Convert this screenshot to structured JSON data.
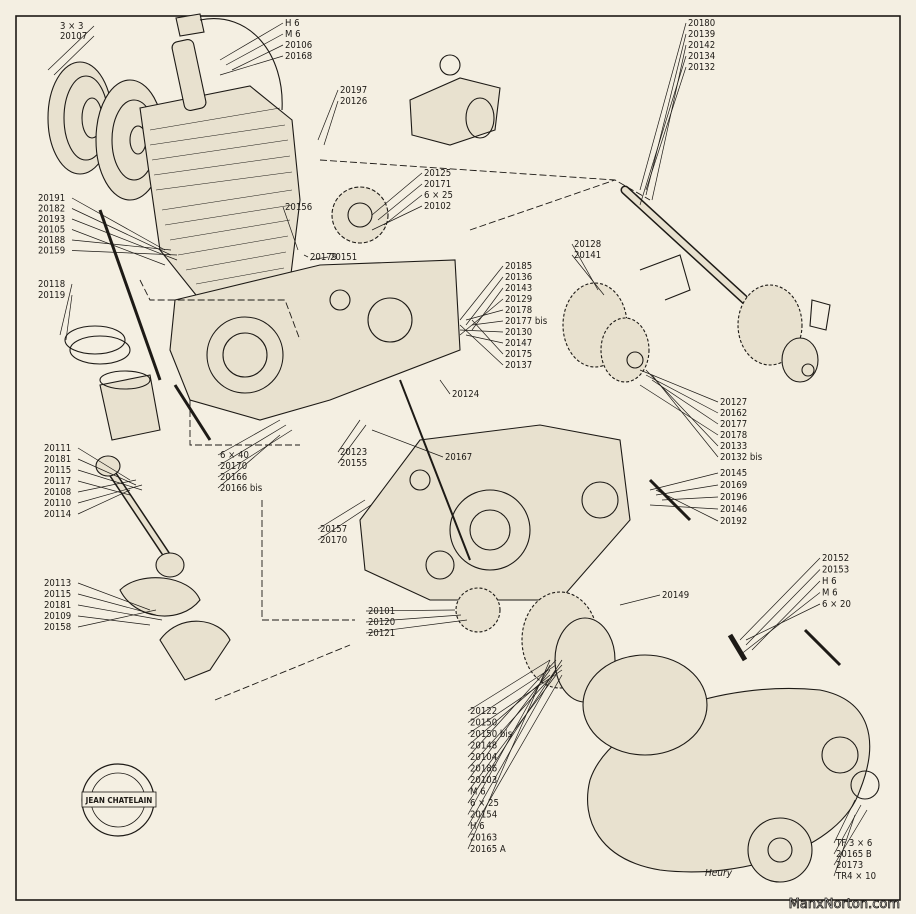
{
  "labels": {
    "tl_0": "3 × 3",
    "tl_1": "20107",
    "c_0": "H 6",
    "c_1": "M 6",
    "c_2": "20106",
    "c_3": "20168",
    "c_4": "20197",
    "c_5": "20126",
    "tr_0": "20180",
    "tr_1": "20139",
    "tr_2": "20142",
    "tr_3": "20134",
    "tr_4": "20132",
    "m_0": "20125",
    "m_1": "20171",
    "m_2": "6 × 25",
    "m_3": "20102",
    "lg_0": "20191",
    "lg_1": "20182",
    "lg_2": "20193",
    "lg_3": "20105",
    "lg_4": "20188",
    "lg_5": "20159",
    "lp_0": "20118",
    "lp_1": "20119",
    "a_0": "20156",
    "a_1": "20179",
    "a_2": "20151",
    "g_0": "20128",
    "g_1": "20141",
    "cc_0": "20185",
    "cc_1": "20136",
    "cc_2": "20143",
    "cc_3": "20129",
    "cc_4": "20178",
    "cc_5": "20177 bis",
    "cc_6": "20130",
    "cc_7": "20147",
    "cc_8": "20175",
    "cc_9": "20137",
    "r_0": "20127",
    "r_1": "20162",
    "r_2": "20177",
    "r_3": "20178",
    "r_4": "20133",
    "r_5": "20132 bis",
    "b_0": "20124",
    "l_0": "20111",
    "l_1": "20181",
    "l_2": "20115",
    "l_3": "20117",
    "l_4": "20108",
    "l_5": "20110",
    "l_6": "20114",
    "n_0": "6 × 40",
    "n_1": "20170",
    "n_2": "20166",
    "n_3": "20166 bis",
    "d_0": "20123",
    "d_1": "20155",
    "d_2": "20167",
    "rr_0": "20145",
    "rr_1": "20169",
    "rr_2": "20196",
    "rr_3": "20146",
    "rr_4": "20192",
    "e_0": "20157",
    "e_1": "20170",
    "f_0": "20113",
    "f_1": "20115",
    "f_2": "20181",
    "f_3": "20109",
    "f_4": "20158",
    "h_0": "20152",
    "h_1": "20153",
    "h_2": "H 6",
    "h_3": "M 6",
    "h_4": "6 × 20",
    "p_0": "20149",
    "q_0": "20101",
    "q_1": "20120",
    "q_2": "20121",
    "bot_0": "20122",
    "bot_1": "20150",
    "bot_2": "20150 bis",
    "bot_3": "20148",
    "bot_4": "20104",
    "bot_5": "20186",
    "bot_6": "20103",
    "bot_7": "M 6",
    "bot_8": "6 × 25",
    "bot_9": "20154",
    "bot_10": "H 6",
    "bot_11": "20163",
    "bot_12": "20165 A",
    "br_0": "TF 3 × 6",
    "br_1": "20165 B",
    "br_2": "20173",
    "br_3": "TR4 × 10"
  },
  "stamp": {
    "line1": "JEAN CHATELAIN"
  },
  "signature": "Heury",
  "watermark": "ManxNorton.com"
}
